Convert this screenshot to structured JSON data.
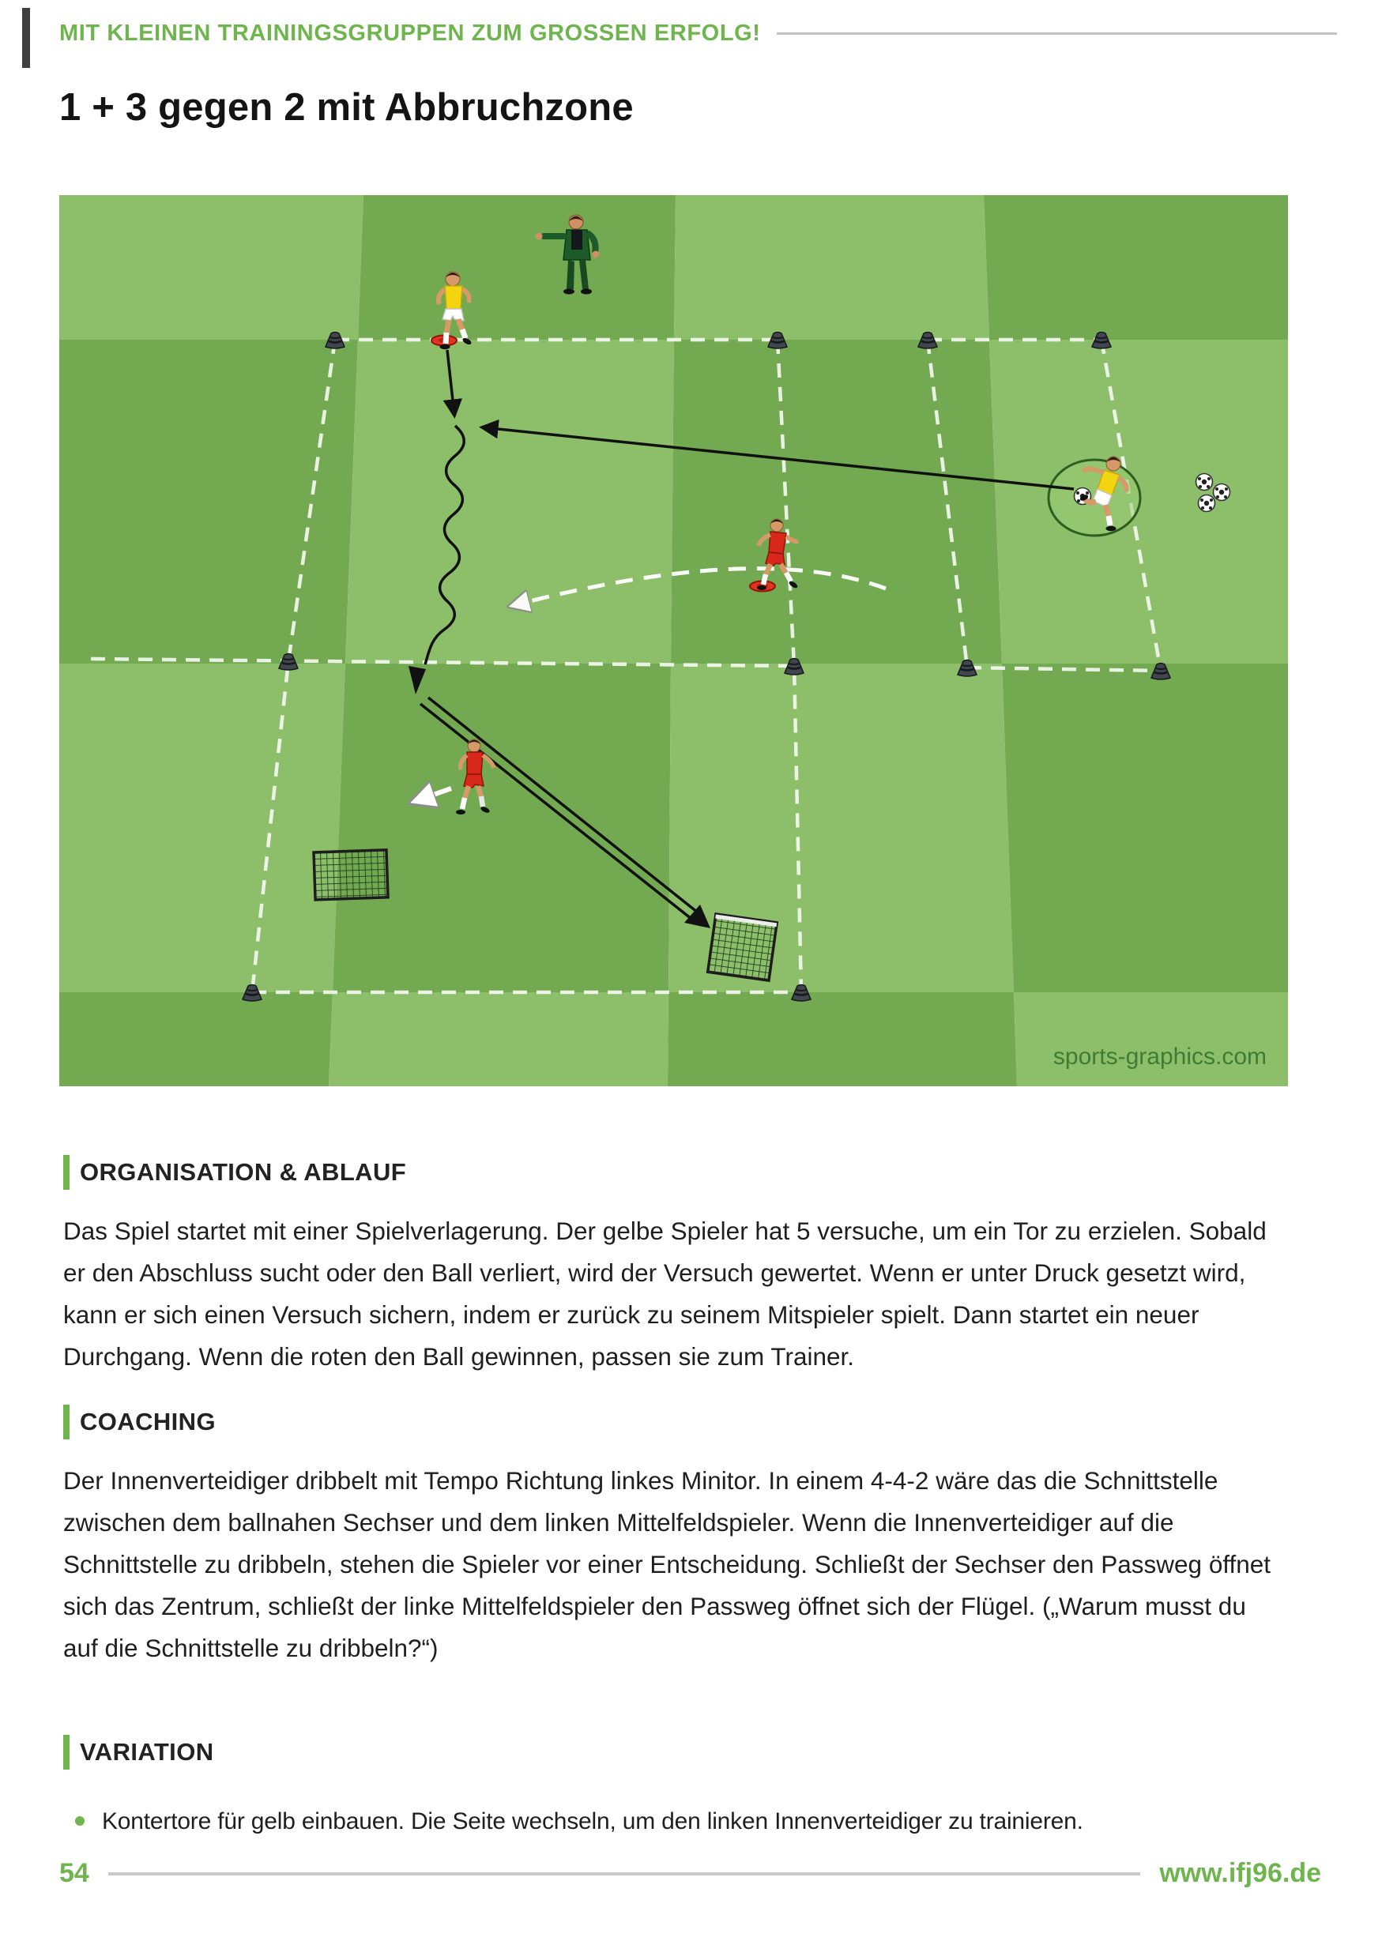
{
  "page": {
    "kicker": "MIT KLEINEN TRAININGSGRUPPEN ZUM GROSSEN ERFOLG!",
    "title": "1 + 3 gegen 2 mit Abbruchzone",
    "accent_color": "#6db54c",
    "footer": {
      "page_number": "54",
      "website": "www.ifj96.de"
    }
  },
  "diagram": {
    "watermark": "sports-graphics.com",
    "pitch_colors": {
      "light": "#8dbf6b",
      "dark": "#73a951"
    },
    "players": [
      {
        "id": "trainer",
        "label": "Trainer",
        "color": "dark-green"
      },
      {
        "id": "yellow-player-top",
        "label": "gelber Spieler",
        "color": "yellow"
      },
      {
        "id": "yellow-player-right",
        "label": "gelber Spieler",
        "color": "yellow"
      },
      {
        "id": "red-defender-middle",
        "label": "roter Spieler",
        "color": "red"
      },
      {
        "id": "red-defender-bottom",
        "label": "roter Spieler",
        "color": "red"
      }
    ],
    "equipment": {
      "mini_goals": 2,
      "balls": 4,
      "dark_cones": 10,
      "red_flat_markers": 2
    }
  },
  "sections": [
    {
      "heading": "ORGANISATION & ABLAUF",
      "body": "Das Spiel startet mit einer Spielverlagerung. Der gelbe Spieler hat 5 versuche, um ein Tor zu erzielen. Sobald er den Abschluss sucht oder den Ball verliert, wird der Versuch gewertet. Wenn er unter Druck gesetzt wird, kann er sich einen Versuch sichern, indem er zurück zu seinem Mitspieler spielt. Dann startet ein neuer Durchgang. Wenn die roten den Ball gewinnen, passen sie zum Trainer."
    },
    {
      "heading": "COACHING",
      "body": "Der Innenverteidiger dribbelt mit Tempo Richtung linkes Minitor. In einem 4-4-2 wäre das die Schnittstelle zwischen dem ballnahen Sechser und dem linken Mittelfeldspieler. Wenn die Innenverteidiger auf die Schnittstelle zu dribbeln, stehen die Spieler vor einer Entscheidung. Schließt der Sechser den Passweg öffnet sich das Zentrum, schließt der linke Mittelfeldspieler den Passweg öffnet sich der Flügel. („Warum musst du auf die Schnittstelle zu dribbeln?“)"
    },
    {
      "heading": "VARIATION",
      "bullets": [
        "Kontertore für gelb einbauen. Die Seite wechseln, um den linken Innenverteidiger zu trainieren."
      ]
    }
  ]
}
